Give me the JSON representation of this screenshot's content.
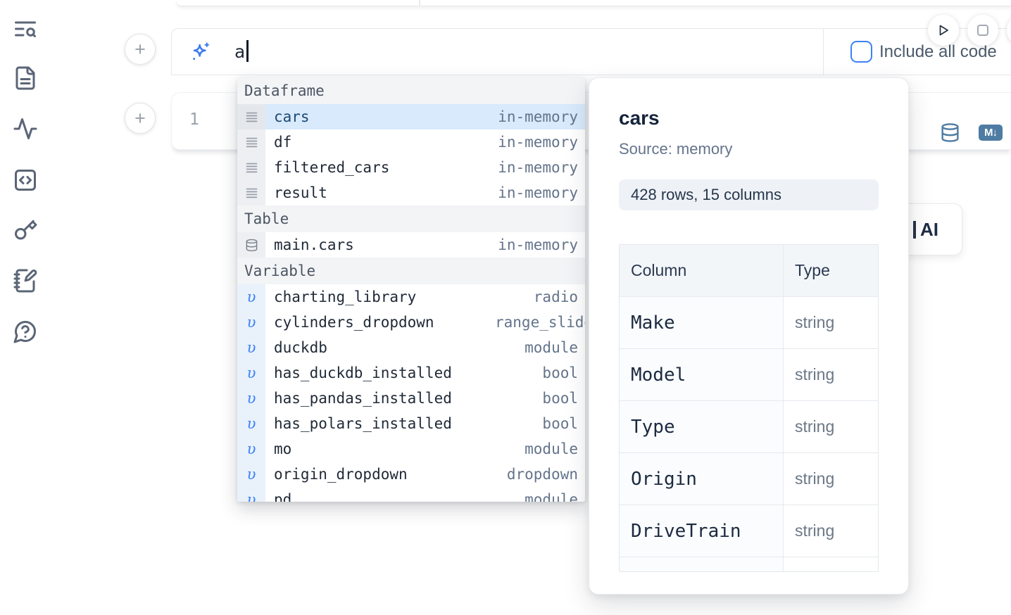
{
  "colors": {
    "accent_blue": "#3b82f6",
    "selection_blue": "#d8eafc",
    "steel_icon_blue": "#4e7ca3",
    "sidebar_icon": "#5b6577"
  },
  "sidebar": {
    "items": [
      {
        "icon": "text-search"
      },
      {
        "icon": "file-document"
      },
      {
        "icon": "activity"
      },
      {
        "icon": "code-square"
      },
      {
        "icon": "key"
      },
      {
        "icon": "notebook-pen"
      },
      {
        "icon": "help-chat"
      }
    ]
  },
  "run_controls": {
    "buttons": [
      {
        "icon": "play"
      },
      {
        "icon": "stop"
      },
      {
        "icon": "clipped-circle"
      }
    ]
  },
  "ai_panel": {
    "icon": "sparkle",
    "prompt_value": "a",
    "include_all_code_label": "Include all code",
    "checkbox_checked": false
  },
  "cell": {
    "line_number": "1",
    "actions": [
      {
        "icon": "database"
      },
      {
        "icon": "markdown",
        "label": "M↓"
      }
    ]
  },
  "add_cell_buttons": {
    "label": "+"
  },
  "ai_card": {
    "label": "AI"
  },
  "autocomplete": {
    "sections": [
      {
        "title": "Dataframe",
        "items": [
          {
            "icon": "dataframe",
            "name": "cars",
            "type": "in-memory",
            "selected": true
          },
          {
            "icon": "dataframe",
            "name": "df",
            "type": "in-memory"
          },
          {
            "icon": "dataframe",
            "name": "filtered_cars",
            "type": "in-memory"
          },
          {
            "icon": "dataframe",
            "name": "result",
            "type": "in-memory"
          }
        ]
      },
      {
        "title": "Table",
        "items": [
          {
            "icon": "table",
            "name": "main.cars",
            "type": "in-memory"
          }
        ]
      },
      {
        "title": "Variable",
        "items": [
          {
            "icon": "variable",
            "name": "charting_library",
            "type": "radio"
          },
          {
            "icon": "variable",
            "name": "cylinders_dropdown",
            "type": "range_slider"
          },
          {
            "icon": "variable",
            "name": "duckdb",
            "type": "module"
          },
          {
            "icon": "variable",
            "name": "has_duckdb_installed",
            "type": "bool"
          },
          {
            "icon": "variable",
            "name": "has_pandas_installed",
            "type": "bool"
          },
          {
            "icon": "variable",
            "name": "has_polars_installed",
            "type": "bool"
          },
          {
            "icon": "variable",
            "name": "mo",
            "type": "module"
          },
          {
            "icon": "variable",
            "name": "origin_dropdown",
            "type": "dropdown"
          },
          {
            "icon": "variable",
            "name": "pd",
            "type": "module",
            "clipped": true
          }
        ]
      }
    ]
  },
  "popup": {
    "title": "cars",
    "source": "Source: memory",
    "summary": "428 rows, 15 columns",
    "table": {
      "headers": [
        "Column",
        "Type"
      ],
      "rows": [
        [
          "Make",
          "string"
        ],
        [
          "Model",
          "string"
        ],
        [
          "Type",
          "string"
        ],
        [
          "Origin",
          "string"
        ],
        [
          "DriveTrain",
          "string"
        ]
      ],
      "clipped_extra_row": true
    }
  }
}
